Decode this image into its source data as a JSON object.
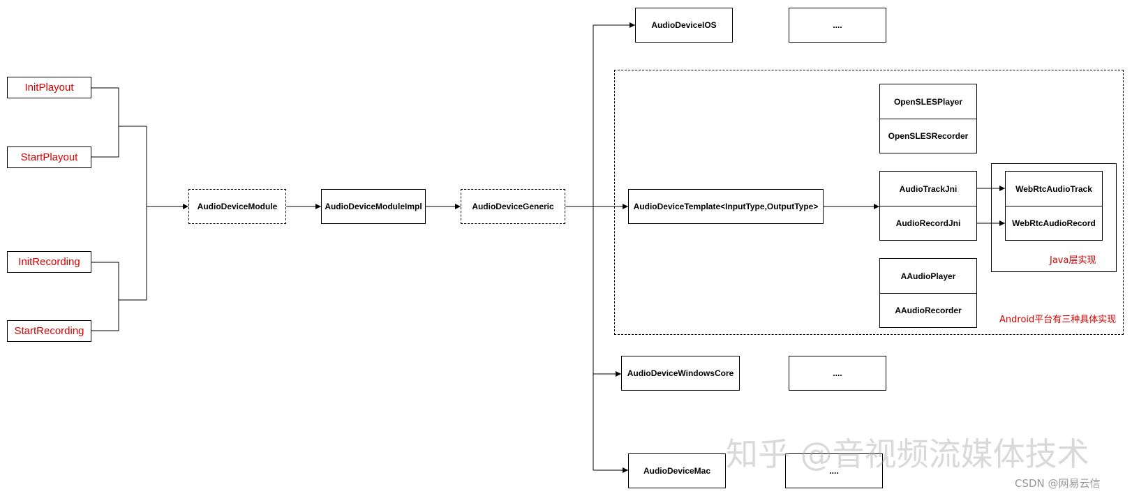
{
  "inputs": {
    "init_playout": "InitPlayout",
    "start_playout": "StartPlayout",
    "init_recording": "InitRecording",
    "start_recording": "StartRecording"
  },
  "chain": {
    "module": "AudioDeviceModule",
    "module_impl": "AudioDeviceModuleImpl",
    "generic": "AudioDeviceGeneric"
  },
  "platforms": {
    "ios": "AudioDeviceIOS",
    "ios_more": "....",
    "template": "AudioDeviceTemplate<InputType,OutputType>",
    "windows": "AudioDeviceWindowsCore",
    "windows_more": "....",
    "mac": "AudioDeviceMac",
    "mac_more": "...."
  },
  "android": {
    "opensles_player": "OpenSLESPlayer",
    "opensles_recorder": "OpenSLESRecorder",
    "audio_track_jni": "AudioTrackJni",
    "audio_record_jni": "AudioRecordJni",
    "aaudio_player": "AAudioPlayer",
    "aaudio_recorder": "AAudioRecorder",
    "group_label": "Android平台有三种具体实现"
  },
  "java": {
    "webrtc_audio_track": "WebRtcAudioTrack",
    "webrtc_audio_record": "WebRtcAudioRecord",
    "group_label": "Java层实现"
  },
  "watermarks": {
    "zhihu": "知乎 @音视频流媒体技术",
    "csdn": "CSDN @网易云信"
  },
  "colors": {
    "highlight_text": "#d40000",
    "line": "#000000"
  }
}
